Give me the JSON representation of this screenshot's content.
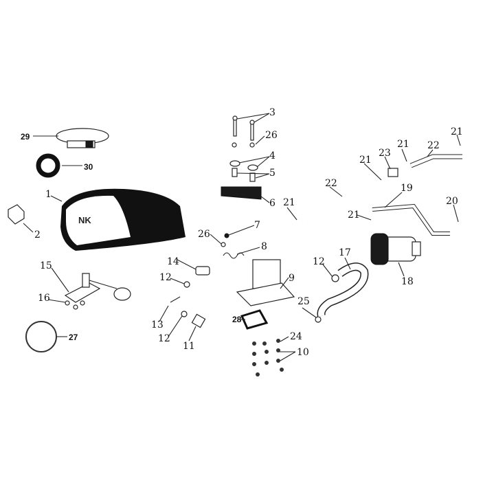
{
  "diagram": {
    "title_logo_text": "NK",
    "callouts": [
      "29",
      "30",
      "1",
      "2",
      "3",
      "26",
      "4",
      "5",
      "6",
      "7",
      "26",
      "8",
      "9",
      "14",
      "15",
      "16",
      "12",
      "13",
      "12",
      "11",
      "27",
      "28",
      "25",
      "24",
      "10",
      "12",
      "17",
      "18",
      "19",
      "20",
      "21",
      "21",
      "21",
      "21",
      "21",
      "22",
      "22",
      "23"
    ],
    "bold_callouts": [
      "29",
      "30",
      "27",
      "28"
    ]
  }
}
